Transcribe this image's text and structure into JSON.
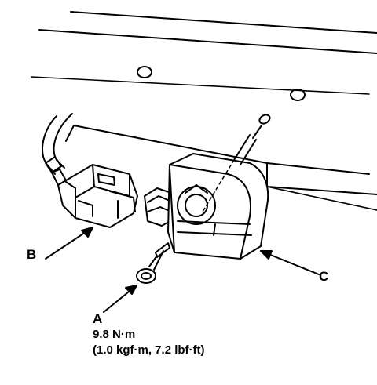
{
  "callouts": {
    "a": "A",
    "b": "B",
    "c": "C"
  },
  "torque_spec": {
    "line1": "9.8 N·m",
    "line2": "(1.0 kgf·m, 7.2 lbf·ft)"
  }
}
